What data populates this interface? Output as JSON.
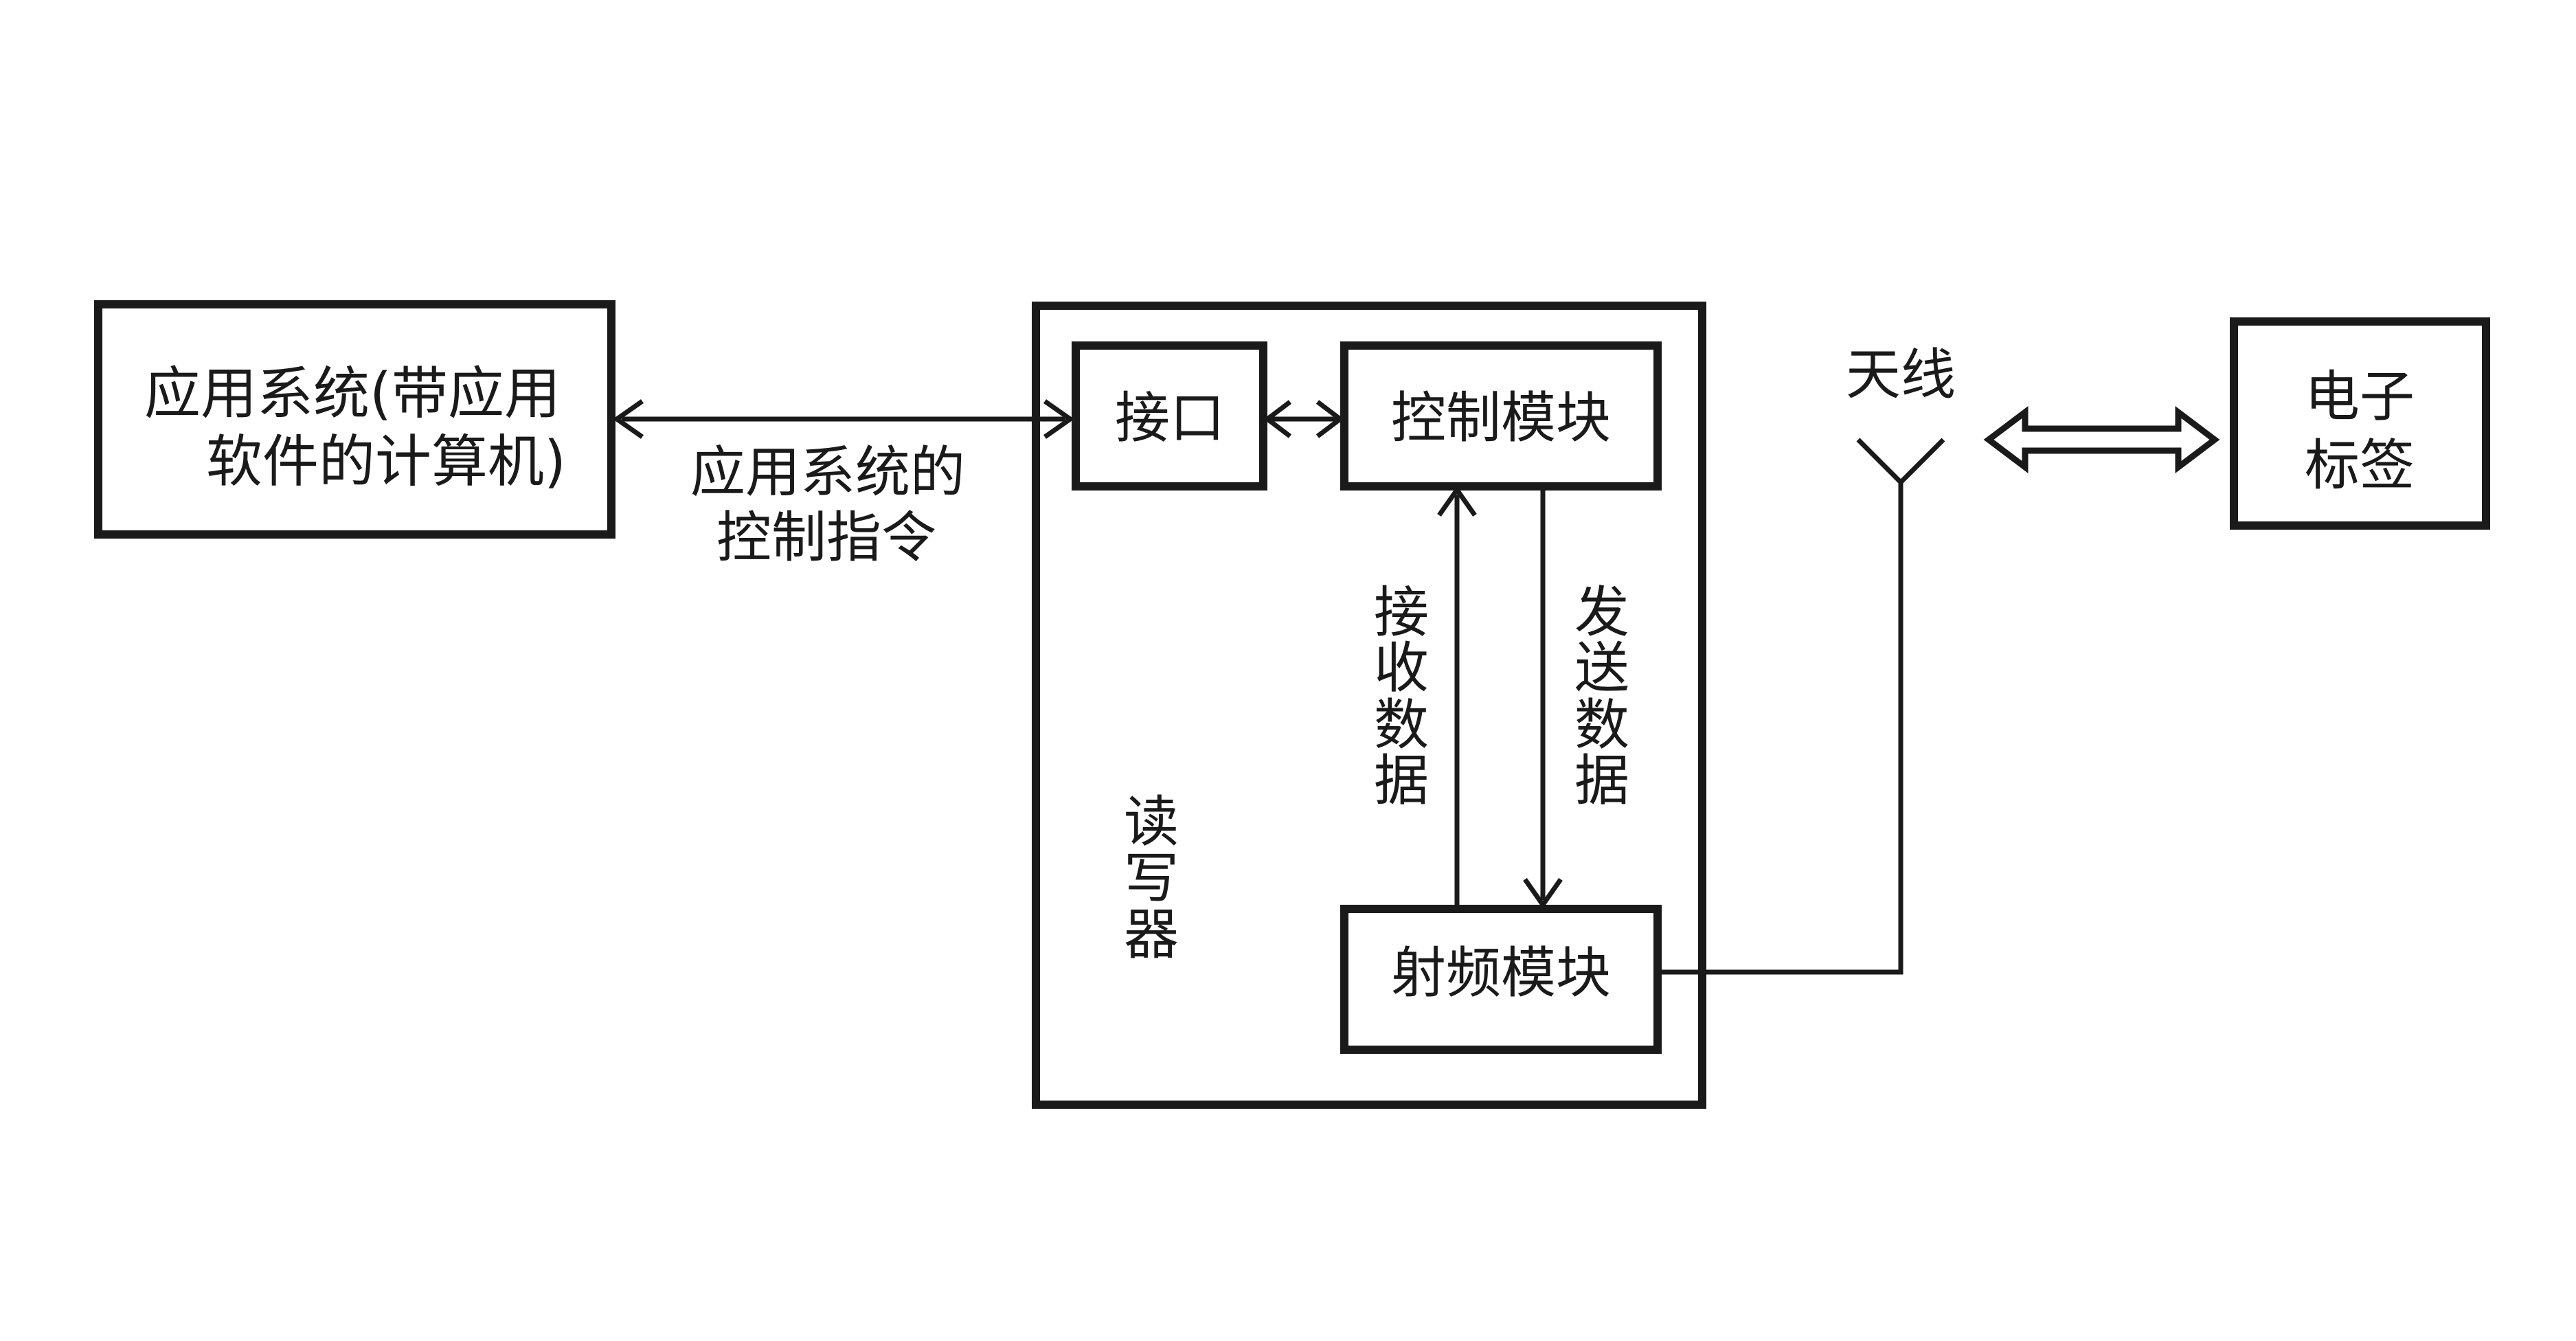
{
  "diagram": {
    "app_system": {
      "line1": "应用系统(带应用",
      "line2": "软件的计算机)"
    },
    "control_command": {
      "line1": "应用系统的",
      "line2": "控制指令"
    },
    "interface": "接口",
    "control_module": "控制模块",
    "rf_module": "射频模块",
    "receive_data": [
      "接",
      "收",
      "数",
      "据"
    ],
    "send_data": [
      "发",
      "送",
      "数",
      "据"
    ],
    "reader": [
      "读",
      "写",
      "器"
    ],
    "antenna": "天线",
    "tag": {
      "line1": "电子",
      "line2": "标签"
    }
  },
  "colors": {
    "stroke": "#1a1a1a",
    "background": "#ffffff"
  }
}
